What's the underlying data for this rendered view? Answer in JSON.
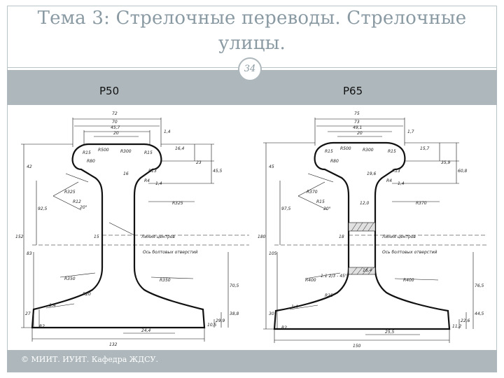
{
  "slide": {
    "title_line1": "Тема 3: Стрелочные переводы. Стрелочные",
    "title_line2": "улицы.",
    "page_number": "34",
    "footer": "© МИИТ. ИУИТ. Кафедра ЖДСУ."
  },
  "rails": [
    {
      "label": "Р50",
      "dims": {
        "top_width": "72",
        "w70": "70",
        "w45": "45,7",
        "w20": "20",
        "h1_4": "1,4",
        "h16_4": "16,4",
        "h23": "23",
        "h45_5": "45,5",
        "h42": "42",
        "r15": "R15",
        "r500": "R500",
        "r300": "R300",
        "r80": "R80",
        "r13": "R13",
        "r4": "R4",
        "w16": "16",
        "h1_4b": "1,4",
        "r325a": "R325",
        "r12": "R12",
        "deg20": "20°",
        "r325b": "R325",
        "h92_5": "92,5",
        "h152": "152",
        "h83": "83",
        "w15": "15",
        "r350a": "R350",
        "r20": "R20",
        "r350b": "R350",
        "slope": "1:4",
        "h70_5": "70,5",
        "h27": "27",
        "r2": "R2",
        "h10_5": "10,5",
        "h29_9": "29,9",
        "h38_8": "38,8",
        "w24_4": "24,4",
        "base": "132",
        "centerline": "Линия центров",
        "bolt_axis": "Ось болтовых отверстий"
      }
    },
    {
      "label": "Р65",
      "dims": {
        "top_width": "75",
        "w73": "73",
        "w49": "49,1",
        "w20": "20",
        "h1_7": "1,7",
        "h15_7": "15,7",
        "h35_9": "35,9",
        "h60_8": "60,8",
        "h45": "45",
        "r15": "R15",
        "r500": "R500",
        "r300": "R300",
        "r80": "R80",
        "r13": "R13",
        "r4": "R4",
        "w19_6": "19,6",
        "h1_4": "1,4",
        "r370a": "R370",
        "r15b": "R15",
        "deg": "20°",
        "r370b": "R370",
        "h97_5": "97,5",
        "h180": "180",
        "h105": "105",
        "w12": "12,0",
        "w18": "18",
        "w16_4": "16,4",
        "slope_pos": "1:1 2/3 - 45°",
        "r400a": "R400",
        "r25": "R25",
        "r400b": "R400",
        "slope": "1:4",
        "h76_5": "76,5",
        "h30": "30",
        "r2": "R2",
        "h11_2": "11,2",
        "h22_6": "22,6",
        "h44_5": "44,5",
        "w25_5": "25,5",
        "base": "150",
        "centerline": "Линия центров",
        "bolt_axis": "Ось болтовых отверстий"
      }
    }
  ]
}
